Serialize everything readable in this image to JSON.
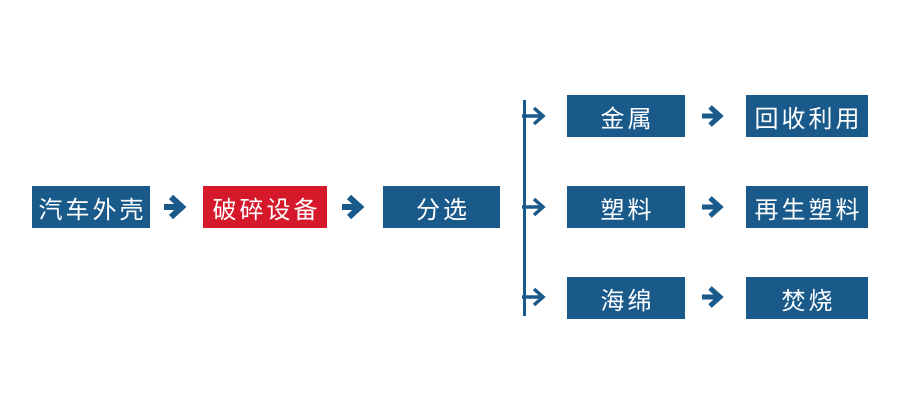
{
  "colors": {
    "blue": "#1A5A8B",
    "red": "#D6182B",
    "label_text": "#FFFFFF",
    "background": "#FFFFFF"
  },
  "flow": {
    "main": [
      {
        "label": "汽车外壳",
        "highlight": false
      },
      {
        "label": "破碎设备",
        "highlight": true
      },
      {
        "label": "分选",
        "highlight": false
      }
    ],
    "branches": [
      {
        "material": "金属",
        "outcome": "回收利用"
      },
      {
        "material": "塑料",
        "outcome": "再生塑料"
      },
      {
        "material": "海绵",
        "outcome": "焚烧"
      }
    ]
  }
}
